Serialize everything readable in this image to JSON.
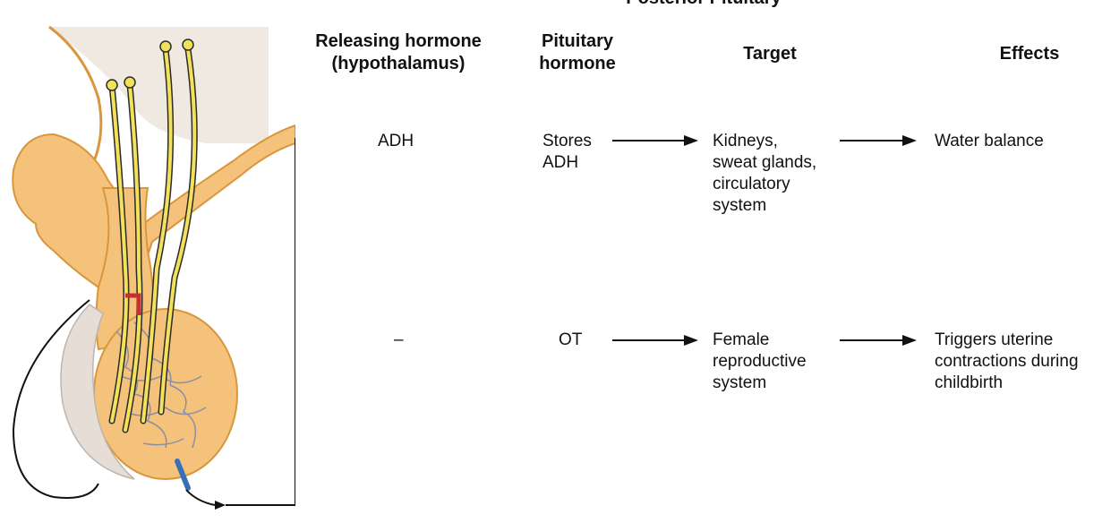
{
  "title": "Posterior Pituitary",
  "headers": {
    "releasing": [
      "Releasing hormone",
      "(hypothalamus)"
    ],
    "pituitary": [
      "Pituitary",
      "hormone"
    ],
    "target": "Target",
    "effects": "Effects"
  },
  "rows": [
    {
      "releasing": "ADH",
      "pituitary": [
        "Stores",
        "ADH"
      ],
      "target": [
        "Kidneys,",
        "sweat glands,",
        "circulatory",
        "system"
      ],
      "effects": [
        "Water balance"
      ]
    },
    {
      "releasing": "–",
      "pituitary": [
        "OT"
      ],
      "target": [
        "Female",
        "reproductive",
        "system"
      ],
      "effects": [
        "Triggers uterine",
        "contractions during",
        "childbirth"
      ]
    }
  ],
  "colors": {
    "tissue": "#f4c27a",
    "tissue_outline": "#d9963c",
    "axon": "#f3e15a",
    "axon_outline": "#2b2b2b",
    "vessel_blue": "#3a6fb8",
    "vessel_red": "#c9302c",
    "background_tissue": "#efe9e2"
  }
}
